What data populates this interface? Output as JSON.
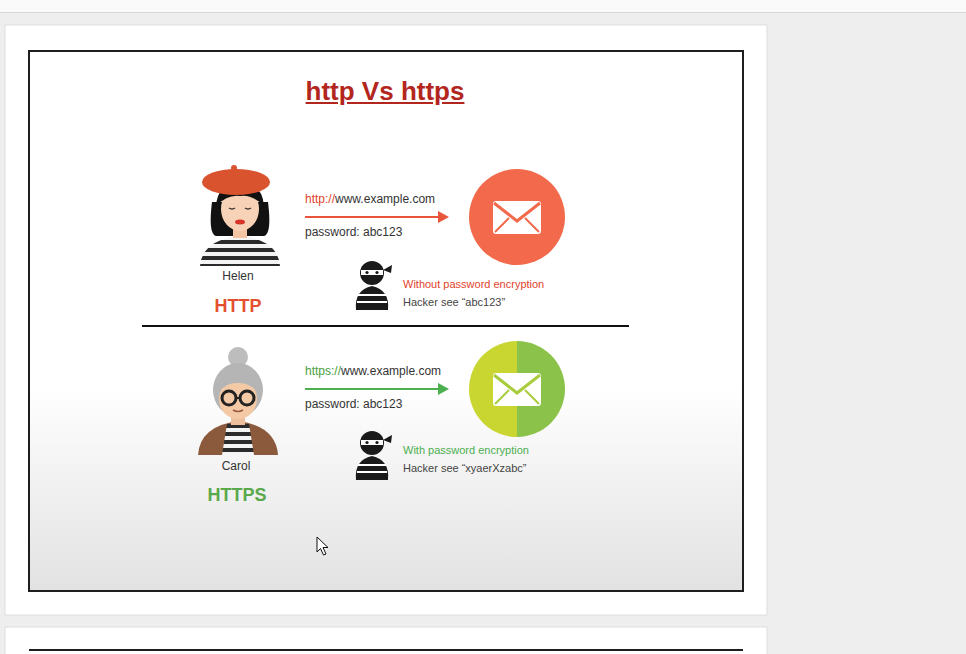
{
  "diagram": {
    "title": "http Vs https",
    "labels": [
      "http://",
      "www.example.com",
      "password: abc123",
      "Helen",
      "HTTP",
      "Without password encryption",
      "Hacker see “abc123”",
      "https://",
      "www.example.com",
      "password: abc123",
      "Carol",
      "HTTPS",
      "With password encryption",
      "Hacker see “xyaerXzabc”"
    ]
  }
}
